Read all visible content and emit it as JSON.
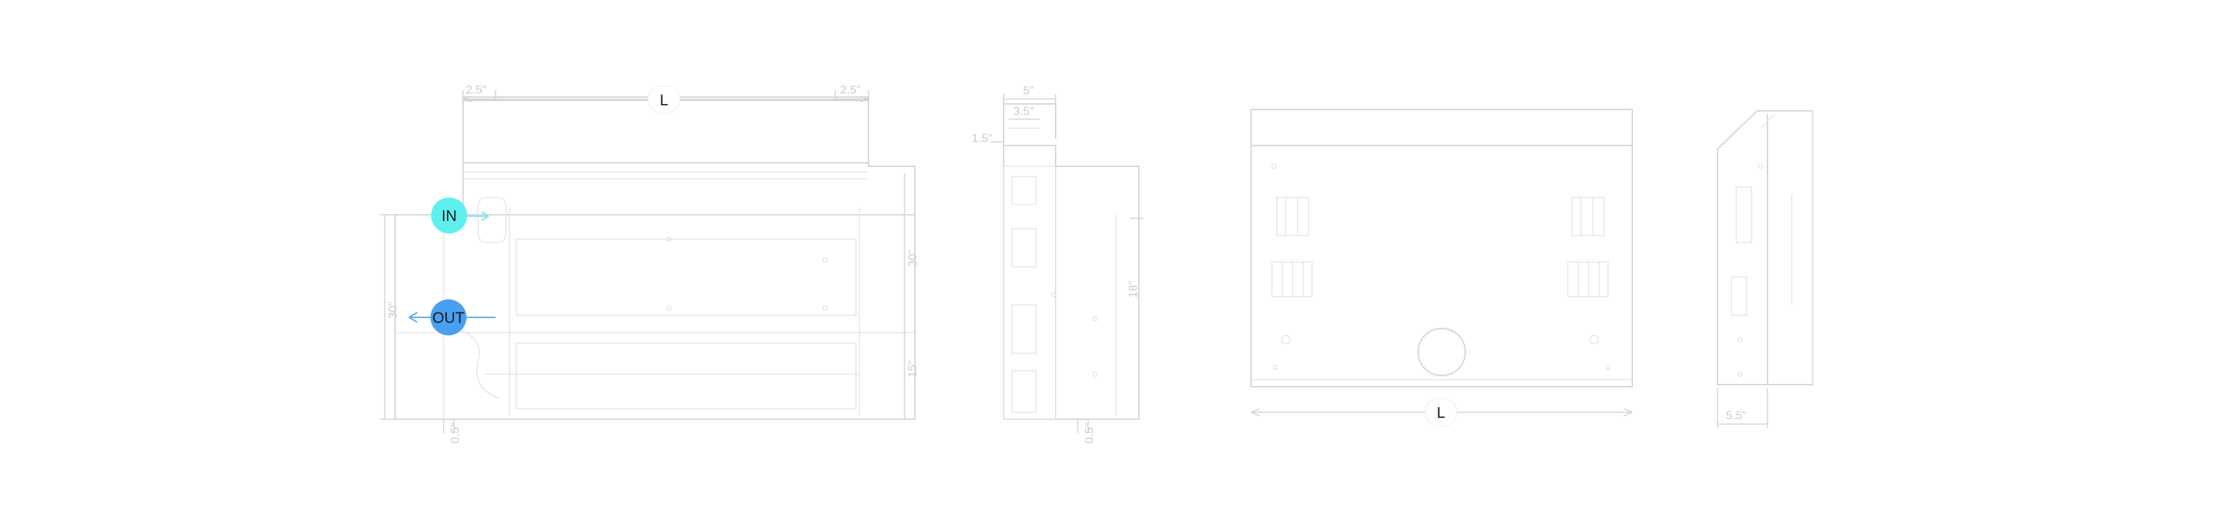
{
  "front_view": {
    "length_label": "L",
    "left_margin": "2.5\"",
    "right_margin": "2.5\"",
    "inlet_label": "IN",
    "outlet_label": "OUT",
    "inlet_color": "#5ef0f0",
    "outlet_color": "#4a9ff0",
    "left_height": "30\"",
    "right_upper_height": "30\"",
    "right_lower_height": "15\"",
    "bottom_offset": "0.5\""
  },
  "side_view": {
    "top_width": "5\"",
    "mid_width": "3.5\"",
    "left_offset": "1.5\"",
    "height": "18\"",
    "bottom_offset": "0.5\""
  },
  "rear_view": {
    "length_label": "L"
  },
  "end_view": {
    "bottom_width": "5.5\""
  }
}
